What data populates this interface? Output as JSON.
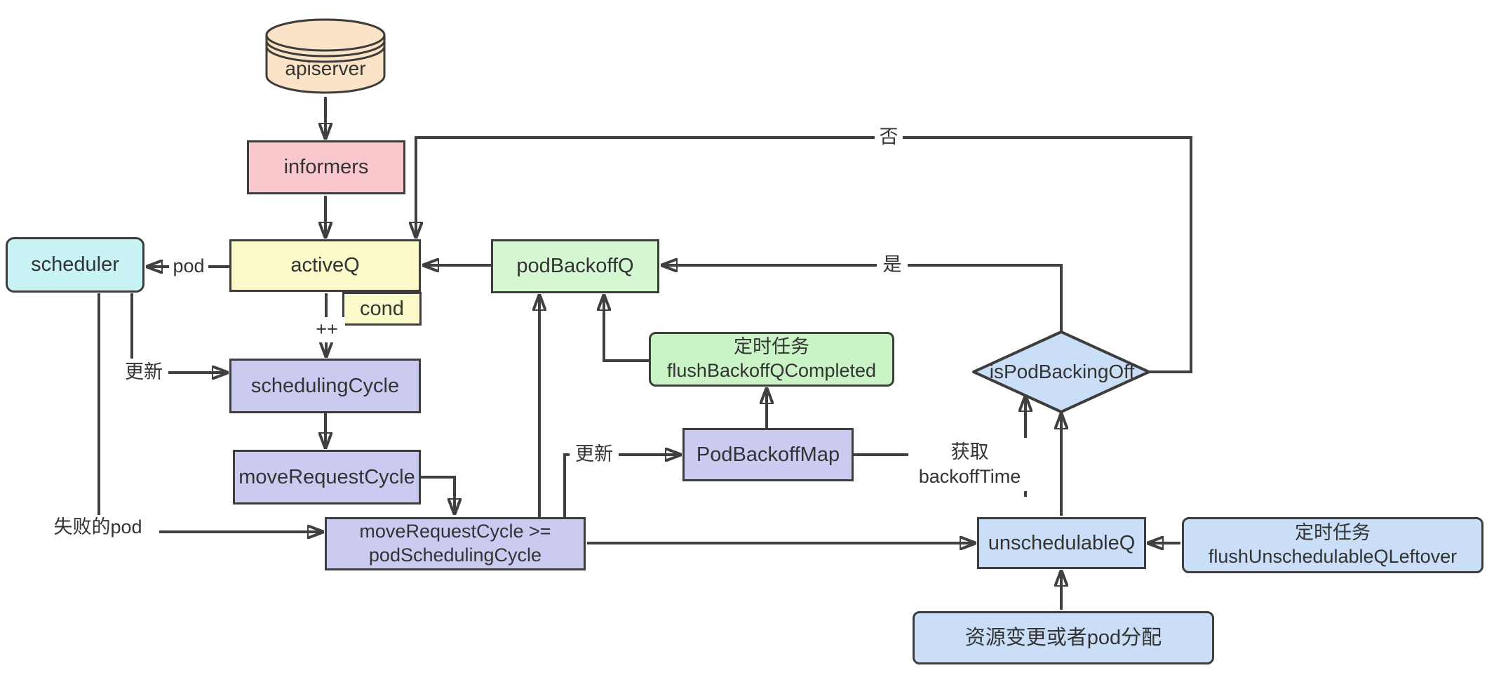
{
  "diagram": {
    "title_hint": "kubernetes scheduler queue flow diagram",
    "nodes": {
      "apiserver": {
        "label": "apiserver"
      },
      "informers": {
        "label": "informers"
      },
      "scheduler": {
        "label": "scheduler"
      },
      "activeQ": {
        "label": "activeQ"
      },
      "cond": {
        "label": "cond"
      },
      "podBackoffQ": {
        "label": "podBackoffQ"
      },
      "flushBackoffQCompleted": {
        "line1": "定时任务",
        "line2": "flushBackoffQCompleted"
      },
      "schedulingCycle": {
        "label": "schedulingCycle"
      },
      "moveRequestCycle": {
        "label": "moveRequestCycle"
      },
      "podBackoffMap": {
        "label": "PodBackoffMap"
      },
      "moveRequestCycleGe": {
        "line1": "moveRequestCycle >=",
        "line2": "podSchedulingCycle"
      },
      "isPodBackingOff": {
        "label": "isPodBackingOff"
      },
      "unschedulableQ": {
        "label": "unschedulableQ"
      },
      "flushUnschedulableQLeftover": {
        "line1": "定时任务",
        "line2": "flushUnschedulableQLeftover"
      },
      "resourceChange": {
        "label": "资源变更或者pod分配"
      }
    },
    "edge_labels": {
      "pod": "pod",
      "increment": "++",
      "update_left": "更新",
      "update_right": "更新",
      "failed_pod": "失败的pod",
      "get_backoff_line1": "获取",
      "get_backoff_line2": "backoffTime",
      "no": "否",
      "yes": "是"
    },
    "palette": {
      "peach": "#FAE3C6",
      "pink": "#F9C8CD",
      "cyan": "#C9F3F5",
      "yellow": "#FBFACB",
      "greenLight": "#D5F8D3",
      "green": "#CBF4C6",
      "purple": "#CBCAF1",
      "blue": "#CADFF7",
      "line": "#404040",
      "border": "#3D3D3D",
      "text": "#333333"
    }
  }
}
